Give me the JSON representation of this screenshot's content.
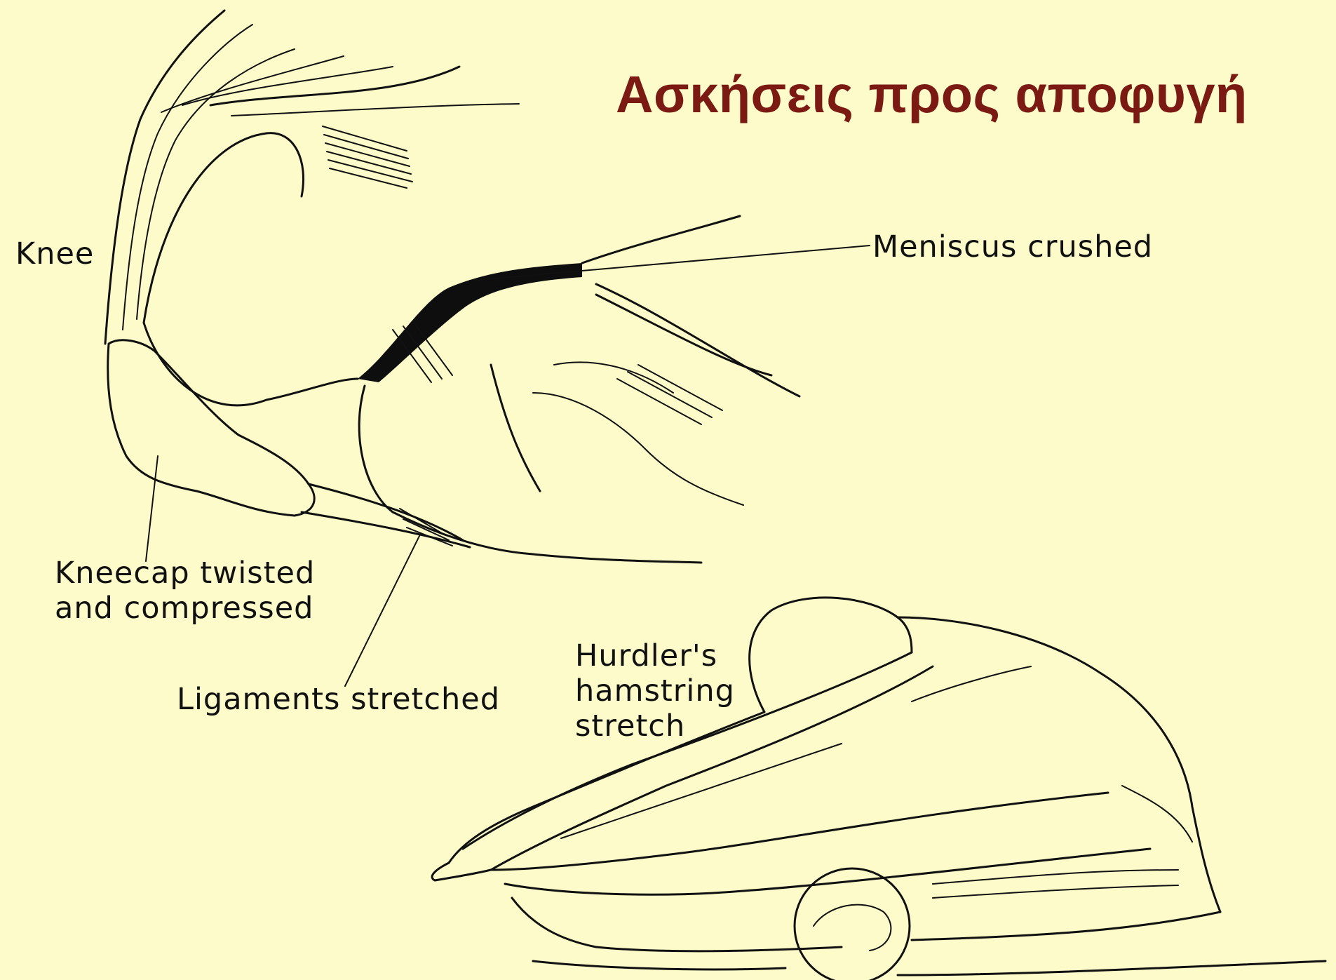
{
  "title": "Ασκήσεις προς αποφυγή",
  "colors": {
    "background": "#fcfbc9",
    "title": "#7a1a13",
    "ink": "#111111"
  },
  "labels": {
    "knee": "Knee",
    "meniscus": "Meniscus crushed",
    "kneecap": "Kneecap twisted\nand compressed",
    "ligaments": "Ligaments stretched",
    "hurdler": "Hurdler's\nhamstring\nstretch"
  }
}
